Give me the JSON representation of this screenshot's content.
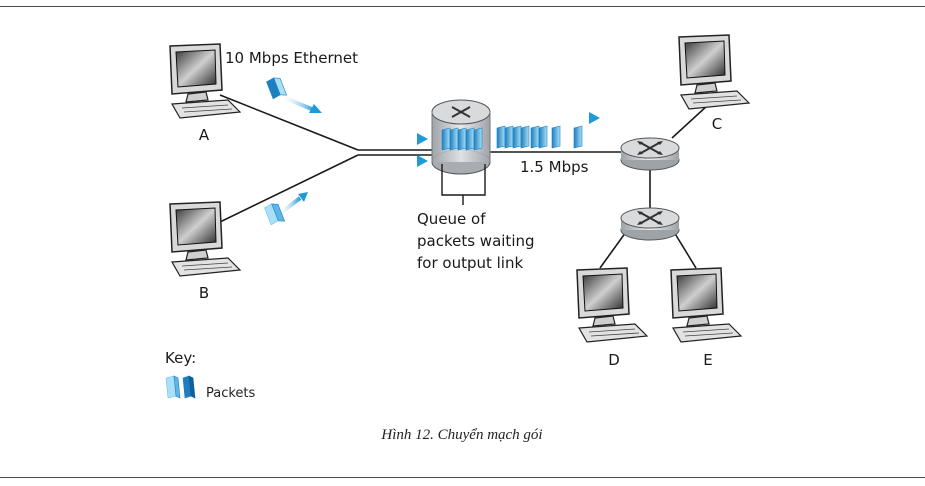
{
  "hosts": {
    "a": "A",
    "b": "B",
    "c": "C",
    "d": "D",
    "e": "E"
  },
  "links": {
    "ethernet_label": "10 Mbps Ethernet",
    "output_label": "1.5 Mbps"
  },
  "queue": {
    "line1": "Queue of",
    "line2": "packets waiting",
    "line3": "for output link"
  },
  "key": {
    "title": "Key:",
    "packets_label": "Packets"
  },
  "caption": "Hình 12. Chuyển mạch gói",
  "colors": {
    "packet_light": "#8fd3f2",
    "packet_dark": "#1e7fc0",
    "arrow": "#29a3dc",
    "router_gray": "#bfc3c7",
    "link": "#1a1a1a"
  }
}
